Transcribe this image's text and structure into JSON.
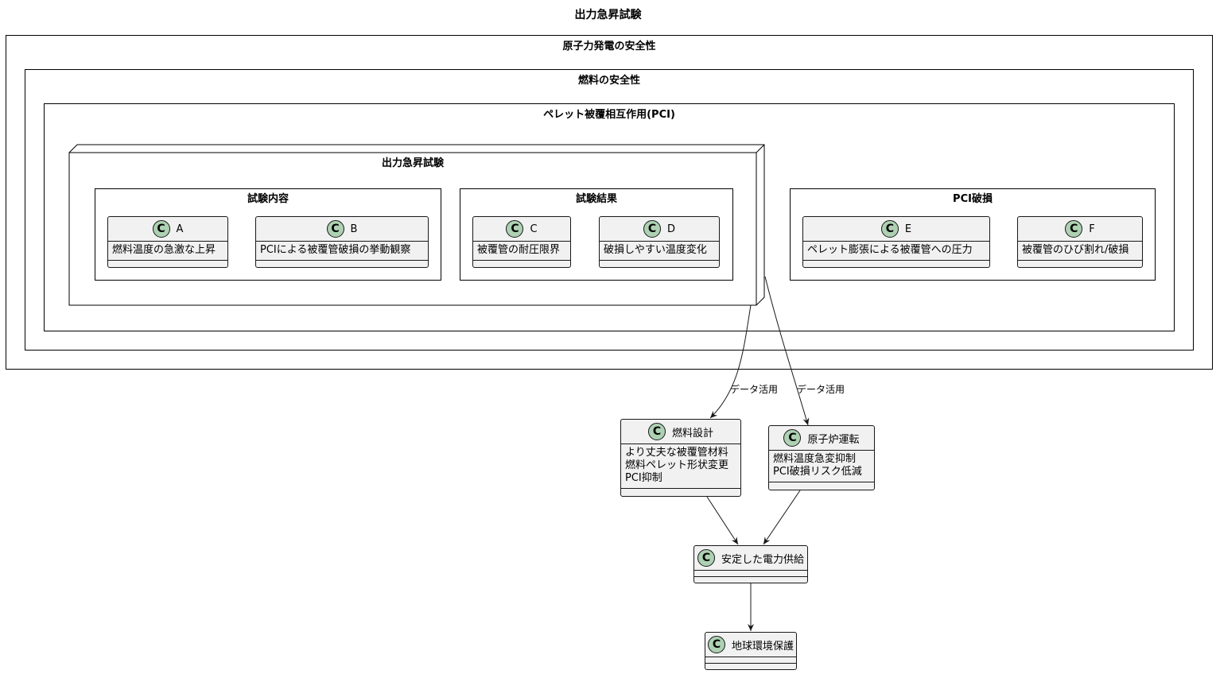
{
  "diagram": {
    "title": "出力急昇試験",
    "packages": {
      "safety": "原子力発電の安全性",
      "fuel_safety": "燃料の安全性",
      "pci": "ペレット被覆相互作用(PCI)",
      "ramp_test": "出力急昇試験",
      "test_content": "試験内容",
      "test_result": "試験結果",
      "pci_damage": "PCI破損"
    },
    "icon_letter": "C",
    "icon_color": "#add1b2",
    "classes": {
      "A": {
        "name": "A",
        "members": [
          "燃料温度の急激な上昇"
        ]
      },
      "B": {
        "name": "B",
        "members": [
          "PCIによる被覆管破損の挙動観察"
        ]
      },
      "C": {
        "name": "C",
        "members": [
          "被覆管の耐圧限界"
        ]
      },
      "D": {
        "name": "D",
        "members": [
          "破損しやすい温度変化"
        ]
      },
      "E": {
        "name": "E",
        "members": [
          "ペレット膨張による被覆管への圧力"
        ]
      },
      "F": {
        "name": "F",
        "members": [
          "被覆管のひび割れ/破損"
        ]
      },
      "fuel_design": {
        "name": "燃料設計",
        "members": [
          "より丈夫な被覆管材料",
          "燃料ペレット形状変更",
          "PCI抑制"
        ]
      },
      "reactor_op": {
        "name": "原子炉運転",
        "members": [
          "燃料温度急変抑制",
          "PCI破損リスク低減"
        ]
      },
      "stable_power": {
        "name": "安定した電力供給",
        "members": []
      },
      "environment": {
        "name": "地球環境保護",
        "members": []
      }
    },
    "edges": [
      {
        "from": "出力急昇試験",
        "to": "燃料設計",
        "label": "データ活用"
      },
      {
        "from": "出力急昇試験",
        "to": "原子炉運転",
        "label": "データ活用"
      },
      {
        "from": "燃料設計",
        "to": "安定した電力供給",
        "label": ""
      },
      {
        "from": "原子炉運転",
        "to": "安定した電力供給",
        "label": ""
      },
      {
        "from": "安定した電力供給",
        "to": "地球環境保護",
        "label": ""
      }
    ]
  }
}
